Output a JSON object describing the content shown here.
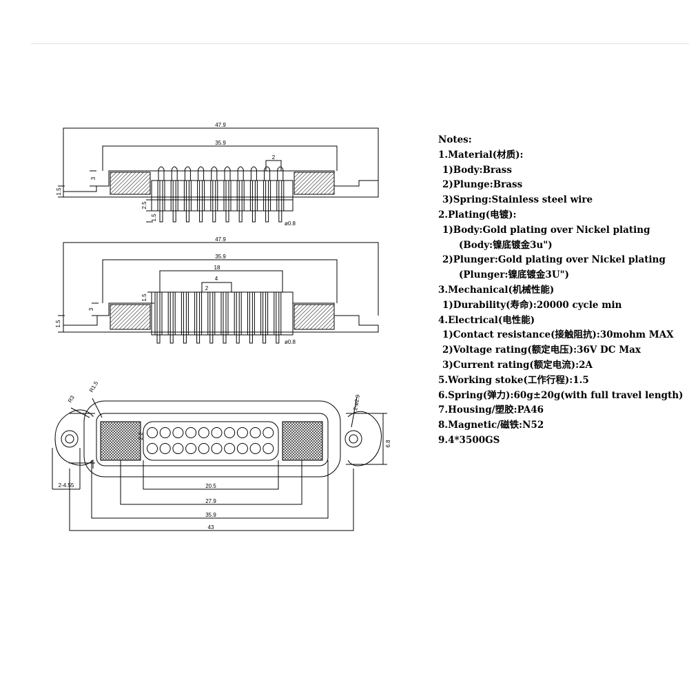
{
  "dimensions": {
    "overall_width": "47.9",
    "housing_width": "35.9",
    "pin_pitch": "2",
    "height_3": "3",
    "height_1_5": "1.5",
    "height_2_5": "2.5",
    "pin_diameter": "ø0.8",
    "side_overall_width": "47.9",
    "side_housing_width": "35.9",
    "side_pin_span": "18",
    "side_pitch_4": "4",
    "side_pitch_2": "2",
    "side_height_3": "3",
    "side_height_1_5_upper": "1.5",
    "side_height_1_5_lower": "1.5",
    "side_pin_diameter": "ø0.8",
    "radius_r3": "R3",
    "radius_r1_5": "R1.5",
    "mount_hole": "2-ø2.9",
    "height_6_8": "6.8",
    "slot_width": "2-4.55",
    "inner_2_2": "2.2",
    "width_20_5": "20.5",
    "width_27_9": "27.9",
    "width_35_9": "35.9",
    "width_43": "43"
  },
  "notes": {
    "title": "Notes:",
    "material": "1.Material(材质):",
    "material_body": "1)Body:Brass",
    "material_plunge": "2)Plunge:Brass",
    "material_spring": "3)Spring:Stainless steel wire",
    "plating": "2.Plating(电镀):",
    "plating_body": "1)Body:Gold plating over Nickel plating",
    "plating_body_cn": "(Body:镍底镀金3u\")",
    "plating_plunger": "2)Plunger:Gold plating over Nickel plating",
    "plating_plunger_cn": "(Plunger:镍底镀金3U\")",
    "mechanical": "3.Mechanical(机械性能)",
    "durability": "1)Durability(寿命):20000 cycle  min",
    "electrical": "4.Electrical(电性能)",
    "contact_resistance": "1)Contact resistance(接触阻抗):30mohm MAX",
    "voltage_rating": "2)Voltage rating(额定电压):36V DC Max",
    "current_rating": "3)Current rating(额定电流):2A",
    "working_stroke": "5.Working stoke(工作行程):1.5",
    "spring_force": "6.Spring(弹力):60g±20g(with full travel length)",
    "housing": "7.Housing/塑胶:PA46",
    "magnetic": "8.Magnetic/磁铁:N52",
    "gauss": "9.4*3500GS"
  }
}
